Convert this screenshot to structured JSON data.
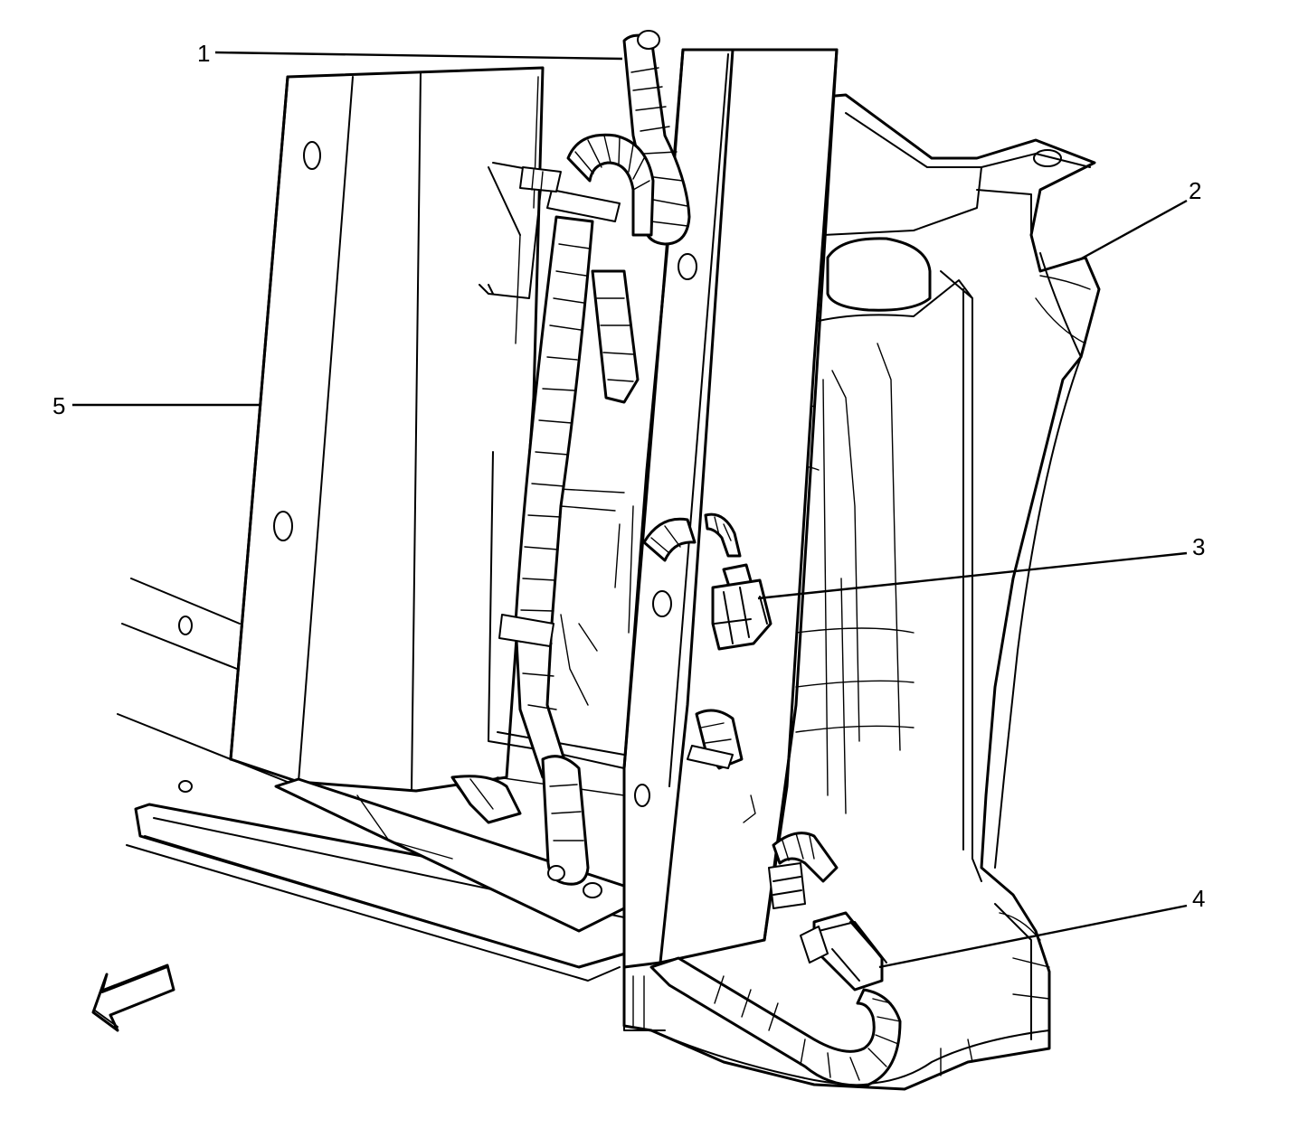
{
  "callouts": [
    {
      "id": "1",
      "label": "1"
    },
    {
      "id": "2",
      "label": "2"
    },
    {
      "id": "3",
      "label": "3"
    },
    {
      "id": "4",
      "label": "4"
    },
    {
      "id": "5",
      "label": "5"
    }
  ],
  "icons": {
    "direction_arrow": "front-direction-arrow-icon"
  },
  "colors": {
    "line": "#000000",
    "background": "#ffffff"
  }
}
